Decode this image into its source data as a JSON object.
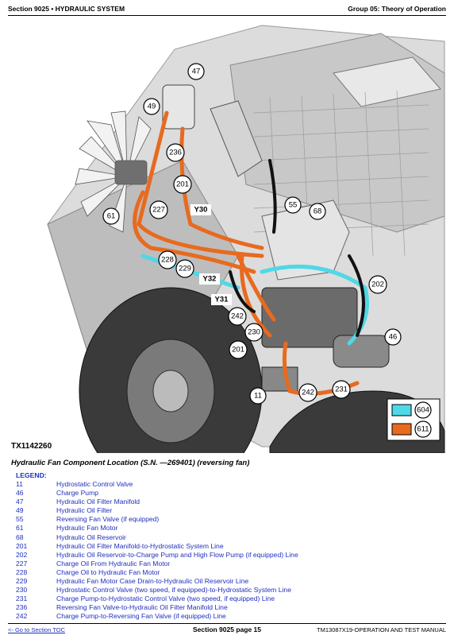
{
  "header": {
    "left": "Section 9025 • HYDRAULIC SYSTEM",
    "right": "Group 05: Theory of Operation"
  },
  "figure": {
    "id": "TX1142260",
    "callouts": [
      "47",
      "49",
      "236",
      "201",
      "227",
      "61",
      "Y30",
      "55",
      "68",
      "228",
      "229",
      "Y32",
      "Y31",
      "242",
      "230",
      "202",
      "46",
      "201",
      "11",
      "242",
      "231"
    ],
    "key": [
      {
        "label": "604",
        "color": "#4fd8e6"
      },
      {
        "label": "611",
        "color": "#e86a1f"
      }
    ]
  },
  "caption": "Hydraulic Fan Component Location (S.N. —269401) (reversing fan)",
  "legend": {
    "title": "LEGEND:",
    "items": [
      {
        "code": "11",
        "desc": "Hydrostatic Control Valve"
      },
      {
        "code": "46",
        "desc": "Charge Pump"
      },
      {
        "code": "47",
        "desc": "Hydraulic Oil Filter Manifold"
      },
      {
        "code": "49",
        "desc": "Hydraulic Oil Filter"
      },
      {
        "code": "55",
        "desc": "Reversing Fan Valve (if equipped)"
      },
      {
        "code": "61",
        "desc": "Hydraulic Fan Motor"
      },
      {
        "code": "68",
        "desc": "Hydraulic Oil Reservoir"
      },
      {
        "code": "201",
        "desc": "Hydraulic Oil Filter Manifold-to-Hydrostatic System Line"
      },
      {
        "code": "202",
        "desc": "Hydraulic Oil Reservoir-to-Charge Pump and High Flow Pump (if equipped) Line"
      },
      {
        "code": "227",
        "desc": "Charge Oil From Hydraulic Fan Motor"
      },
      {
        "code": "228",
        "desc": "Charge Oil to Hydraulic Fan Motor"
      },
      {
        "code": "229",
        "desc": "Hydraulic Fan Motor Case Drain-to-Hydraulic Oil Reservoir Line"
      },
      {
        "code": "230",
        "desc": "Hydrostatic Control Valve (two speed, if equipped)-to-Hydrostatic System Line"
      },
      {
        "code": "231",
        "desc": "Charge Pump-to-Hydrostatic Control Valve (two speed, if equipped) Line"
      },
      {
        "code": "236",
        "desc": "Reversing Fan Valve-to-Hydraulic Oil Filter Manifold Line"
      },
      {
        "code": "242",
        "desc": "Charge Pump-to-Reversing Fan Valve (if equipped) Line"
      }
    ]
  },
  "footer": {
    "toc_link": "<- Go to Section TOC",
    "page": "Section 9025 page 15",
    "manual": "TM13087X19-OPERATION AND TEST MANUAL"
  }
}
